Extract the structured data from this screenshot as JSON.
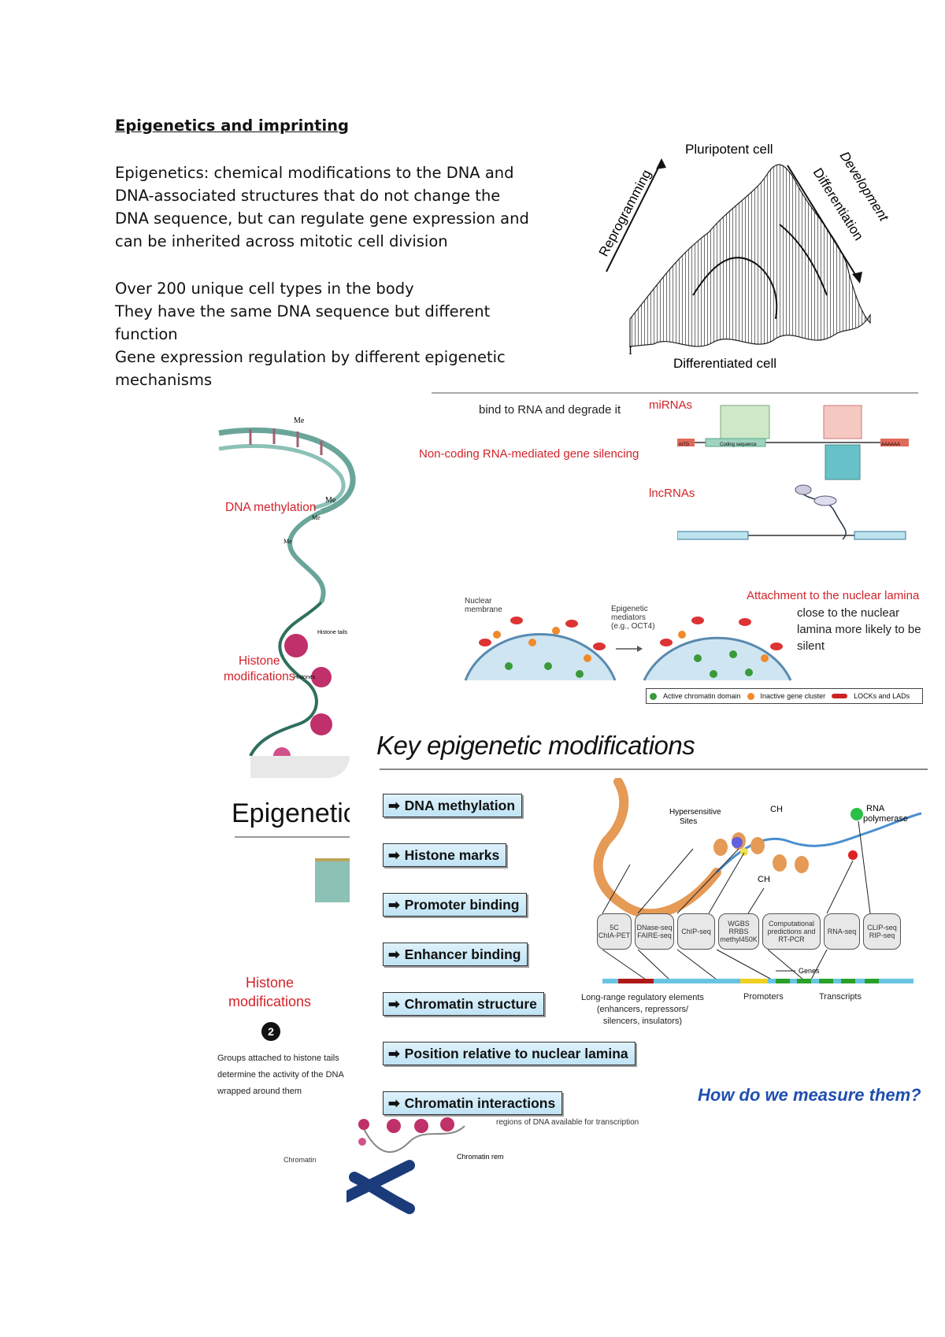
{
  "document": {
    "title": "Epigenetics and imprinting",
    "paragraph1": [
      "Epigenetics: chemical modifications to the DNA and",
      "DNA-associated structures that do not change the",
      "DNA sequence, but can regulate gene expression and",
      "can be inherited across mitotic cell division"
    ],
    "paragraph2": [
      "Over 200 unique cell types in the body",
      "They have the same DNA sequence but different",
      "function",
      "Gene expression regulation by different epigenetic",
      "mechanisms"
    ]
  },
  "landscape": {
    "top_label": "Pluripotent cell",
    "bottom_label": "Differentiated cell",
    "left_arrow": "Reprogramming",
    "right_arrow_1": "Differentiation",
    "right_arrow_2": "Development",
    "cursor_mark": "I"
  },
  "helix_figure": {
    "me_1": "Me",
    "me_2": "Me",
    "me_3": "Me",
    "me_4": "Me",
    "dna_label": "DNA methylation",
    "histone_label_1": "Histone",
    "histone_label_2": "modifications",
    "histone_tail": "Histone tails",
    "histones": "Histones"
  },
  "rna_figure": {
    "caption": "bind to RNA and degrade it",
    "mirna": "miRNAs",
    "title": "Non-coding RNA-mediated gene silencing",
    "lncrna": "lncRNAs",
    "coding": "Coding sequence",
    "aaaa": "AAAAAA",
    "cap": "m7G"
  },
  "lamina_figure": {
    "title": "Attachment to the nuclear lamina",
    "note": [
      "close to the nuclear",
      "lamina more likely to be",
      "silent"
    ],
    "nuclear": [
      "Nuclear",
      "membrane"
    ],
    "mediators": [
      "Epigenetic",
      "mediators",
      "(e.g., OCT4)"
    ],
    "legend": [
      "Active chromatin domain",
      "Inactive gene cluster",
      "LOCKs and LADs"
    ]
  },
  "back_figure": {
    "title": "Epigenetic",
    "histone_1": "Histone",
    "histone_2": "modifications",
    "badge": "2",
    "text": [
      "Groups attached to histone tails",
      "determine the activity of the DNA",
      "wrapped around them"
    ],
    "transcription": "regions of DNA available for transcription",
    "chromatin": "Chromatin",
    "remodeller": "Chromatin remodeller"
  },
  "key_mods": {
    "heading": "Key epigenetic modifications",
    "items": [
      "DNA methylation",
      "Histone marks",
      "Promoter binding",
      "Enhancer binding",
      "Chromatin structure",
      "Position relative to nuclear lamina",
      "Chromatin interactions"
    ],
    "arrow": "➡",
    "measure": "How do we measure them?"
  },
  "methods": {
    "hypersensitive": [
      "Hypersensitive",
      "Sites"
    ],
    "ch3": "CH",
    "ch3co": "CH",
    "rna_pol": [
      "RNA",
      "polymerase"
    ],
    "boxes": [
      [
        "5C",
        "ChIA-PET"
      ],
      [
        "DNase-seq",
        "FAIRE-seq"
      ],
      [
        "ChIP-seq"
      ],
      [
        "WGBS",
        "RRBS",
        "methyl450K"
      ],
      [
        "Computational",
        "predictions and",
        "RT-PCR"
      ],
      [
        "RNA-seq"
      ],
      [
        "CLIP-seq",
        "RIP-seq"
      ]
    ],
    "genes": "Genes",
    "long_range": [
      "Long-range regulatory elements",
      "(enhancers, repressors/",
      "silencers, insulators)"
    ],
    "promoters": "Promoters",
    "transcripts": "Transcripts"
  },
  "colors": {
    "red_label": "#d2232a",
    "blue_question": "#1f4fb0",
    "button_fill": "#cfeaf7",
    "helix": "#6aa59a",
    "histone": "#c0306a"
  }
}
